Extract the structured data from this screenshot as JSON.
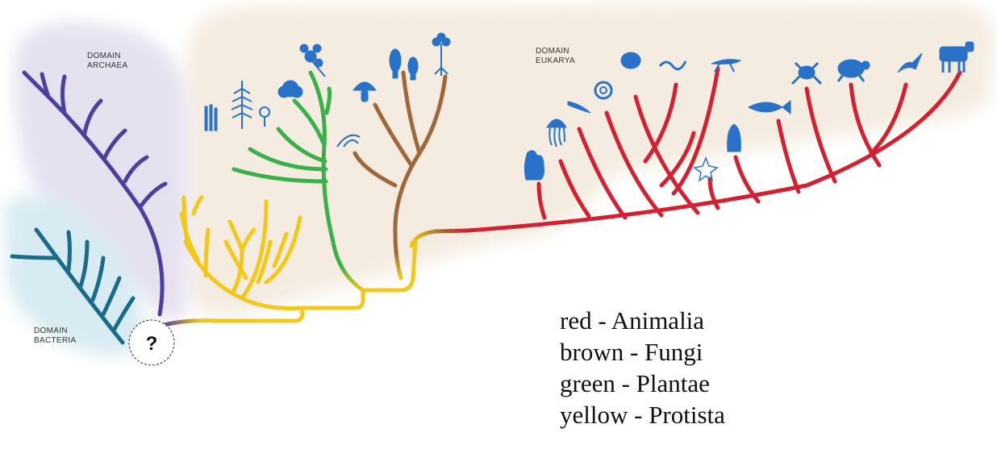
{
  "domains": {
    "archaea": [
      "DOMAIN",
      "ARCHAEA"
    ],
    "bacteria": [
      "DOMAIN",
      "BACTERIA"
    ],
    "eukarya": [
      "DOMAIN",
      "EUKARYA"
    ]
  },
  "origin_mark": "?",
  "legend": [
    {
      "text": "red - Animalia",
      "color": "#d42132"
    },
    {
      "text": "brown - Fungi",
      "color": "#a0683a"
    },
    {
      "text": "green - Plantae",
      "color": "#3ab04a"
    },
    {
      "text": "yellow - Protista",
      "color": "#f2c81a"
    }
  ],
  "colors": {
    "archaea": "#4b3fa0",
    "bacteria": "#1a6a8a",
    "animalia": "#d42132",
    "fungi": "#a0683a",
    "plantae": "#3ab04a",
    "protista": "#f2c81a",
    "organism_icons": "#2a72c8",
    "eukarya_background": "#f4ece0",
    "archaea_background": "#e6e1ef",
    "bacteria_background": "#d7ebf2"
  }
}
